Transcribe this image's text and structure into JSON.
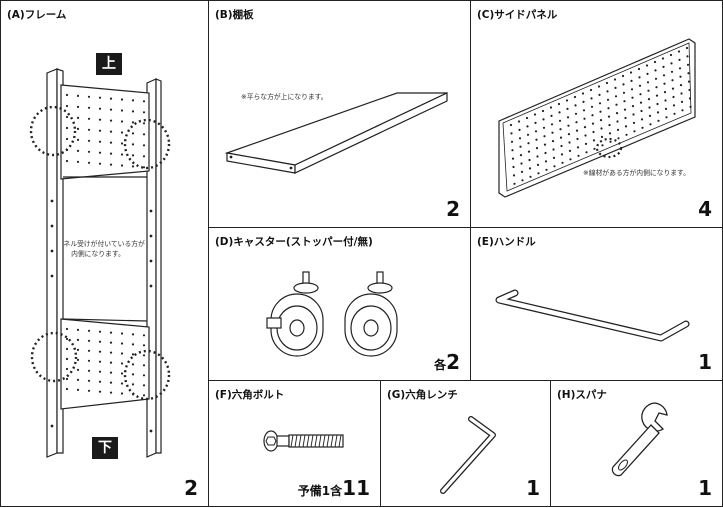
{
  "panels": {
    "a": {
      "title": "(A)フレーム",
      "badge_top": "上",
      "badge_bottom": "下",
      "note": "※パネル受けが付いている方が\n内側になります。",
      "qty": "2"
    },
    "b": {
      "title": "(B)棚板",
      "note": "※平らな方が上になります。",
      "qty": "2"
    },
    "c": {
      "title": "(C)サイドパネル",
      "note": "※線材がある方が内側になります。",
      "qty": "4"
    },
    "d": {
      "title": "(D)キャスター(ストッパー付/無)",
      "qty_prefix": "各",
      "qty": "2"
    },
    "e": {
      "title": "(E)ハンドル",
      "qty": "1"
    },
    "f": {
      "title": "(F)六角ボルト",
      "qty_prefix": "予備1含",
      "qty": "11"
    },
    "g": {
      "title": "(G)六角レンチ",
      "qty": "1"
    },
    "h": {
      "title": "(H)スパナ",
      "qty": "1"
    }
  }
}
